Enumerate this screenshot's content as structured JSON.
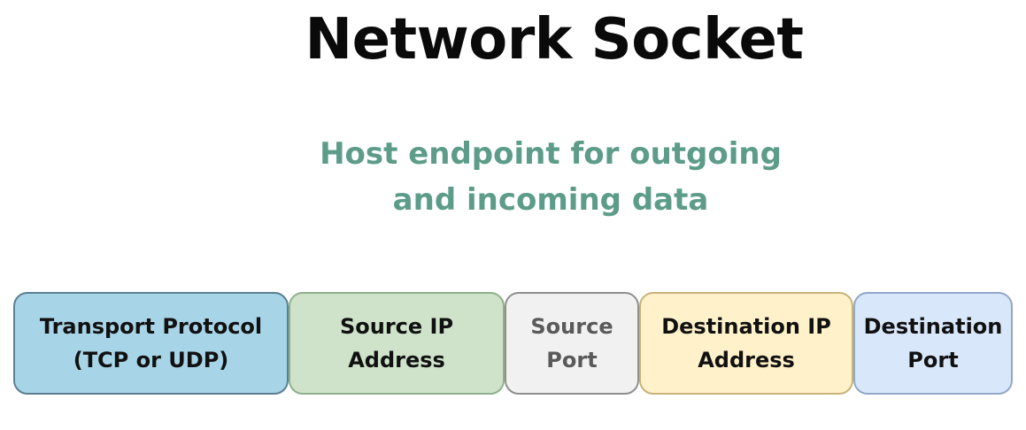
{
  "title": "Network Socket",
  "subtitle": {
    "line1": "Host endpoint for outgoing",
    "line2": "and incoming data"
  },
  "components": [
    {
      "line1": "Transport Protocol",
      "line2": "(TCP or UDP)",
      "color": "#a8d4e8"
    },
    {
      "line1": "Source IP",
      "line2": "Address",
      "color": "#cfe3cb"
    },
    {
      "line1": "Source",
      "line2": "Port",
      "color": "#f1f1f1"
    },
    {
      "line1": "Destination IP",
      "line2": "Address",
      "color": "#fff1c9"
    },
    {
      "line1": "Destination",
      "line2": "Port",
      "color": "#d9e7fa"
    }
  ]
}
